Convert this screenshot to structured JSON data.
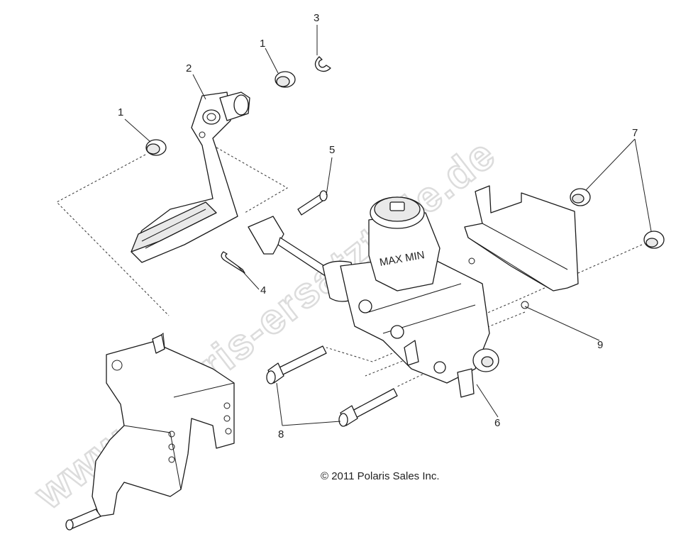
{
  "callouts": {
    "c1a": "1",
    "c1b": "1",
    "c2": "2",
    "c3": "3",
    "c4": "4",
    "c5": "5",
    "c6": "6",
    "c7": "7",
    "c8": "8",
    "c9": "9"
  },
  "copyright": "© 2011 Polaris Sales Inc.",
  "watermark": "www.polaris-ersatzteile.de",
  "reservoir_label": "MAX MIN"
}
